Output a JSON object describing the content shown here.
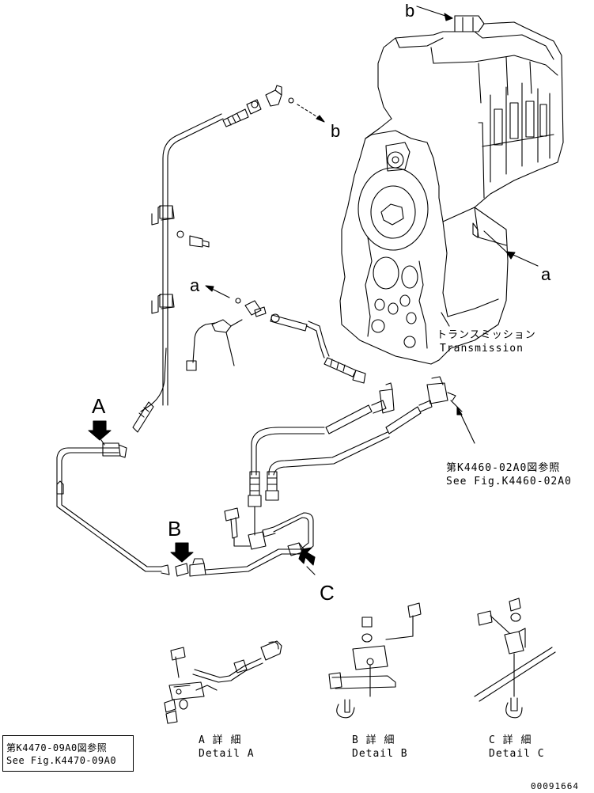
{
  "callouts": {
    "a_top": "a",
    "a_left": "a",
    "b_top": "b",
    "b_right": "b",
    "A": "A",
    "B": "B",
    "C": "C"
  },
  "transmission": {
    "jp": "トランスミッション",
    "en": "Transmission"
  },
  "see_fig_k4460": {
    "jp": "第K4460-02A0図参照",
    "en": "See Fig.K4460-02A0"
  },
  "see_fig_k4470": {
    "jp": "第K4470-09A0図参照",
    "en": "See Fig.K4470-09A0"
  },
  "details": {
    "a": {
      "jp": "A 詳 細",
      "en": "Detail A"
    },
    "b": {
      "jp": "B 詳 細",
      "en": "Detail B"
    },
    "c": {
      "jp": "C 詳 細",
      "en": "Detail C"
    }
  },
  "drawing_number": "00091664"
}
